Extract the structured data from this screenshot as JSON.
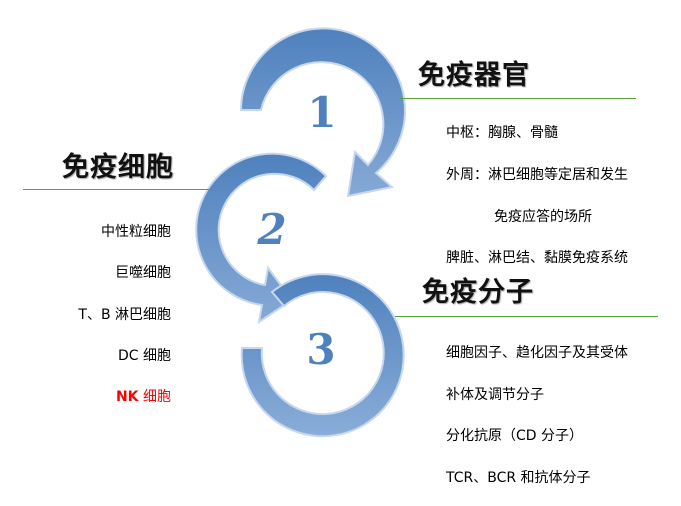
{
  "diagram": {
    "colors": {
      "ring_dark": "#4f81bd",
      "ring_light": "#86a9d6",
      "ring_edge": "#c6d7ee",
      "rule": "#5aa13a",
      "highlight": "#ff0000"
    },
    "steps": [
      {
        "number": "1",
        "title": "免疫器官"
      },
      {
        "number": "2",
        "title": "免疫细胞"
      },
      {
        "number": "3",
        "title": "免疫分子"
      }
    ]
  },
  "organs": {
    "title": "免疫器官",
    "items": [
      "中枢：胸腺、骨髓",
      "外周：淋巴细胞等定居和发生",
      "免疫应答的场所",
      "脾脏、淋巴结、黏膜免疫系统"
    ]
  },
  "cells": {
    "title": "免疫细胞",
    "items": [
      "中性粒细胞",
      "巨噬细胞",
      "T、B 淋巴细胞",
      "DC 细胞"
    ],
    "highlighted_item": {
      "latin": "NK",
      "rest": " 细胞"
    }
  },
  "molecules": {
    "title": "免疫分子",
    "items": [
      "细胞因子、趋化因子及其受体",
      "补体及调节分子",
      "分化抗原（CD 分子）",
      "TCR、BCR 和抗体分子"
    ]
  }
}
